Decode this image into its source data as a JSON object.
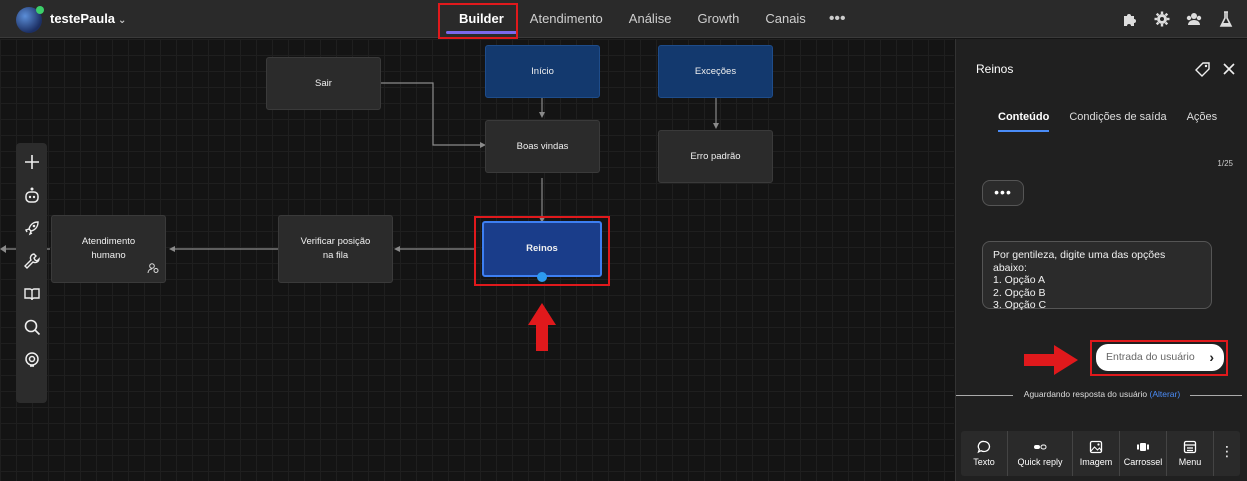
{
  "topbar": {
    "workspace": "testePaula",
    "nav": [
      "Builder",
      "Atendimento",
      "Análise",
      "Growth",
      "Canais"
    ],
    "nav_more": "•••",
    "icons": [
      "puzzle-icon",
      "gear-icon",
      "team-icon",
      "flask-icon"
    ]
  },
  "flow": {
    "nodes": {
      "sair": "Sair",
      "inicio": "Início",
      "excecoes": "Exceções",
      "boas_vindas": "Boas vindas",
      "erro_padrao": "Erro padrão",
      "reinos": "Reinos",
      "verificar_l1": "Verificar posição",
      "verificar_l2": "na fila",
      "atendimento_l1": "Atendimento",
      "atendimento_l2": "humano"
    }
  },
  "toolbar": [
    "plus-icon",
    "robot-icon",
    "rocket-icon",
    "wrench-icon",
    "book-icon",
    "search-icon",
    "support-icon"
  ],
  "panel": {
    "title": "Reinos",
    "tabs": [
      "Conteúdo",
      "Condições de saída",
      "Ações"
    ],
    "counter": "1/25",
    "typing": "•••",
    "message_lines": [
      "Por gentileza, digite uma das opções abaixo:",
      "1. Opção A",
      "2. Opção B",
      "3. Opção C"
    ],
    "user_input_button": "Entrada do usuário",
    "waiting_text": "Aguardando resposta do usuário",
    "waiting_link": "(Alterar)",
    "bottom_actions": [
      "Texto",
      "Quick reply",
      "Imagem",
      "Carrossel",
      "Menu"
    ],
    "bottom_more": "⋮"
  },
  "colors": {
    "highlight": "#e0191c",
    "accent": "#4a8cf7",
    "node_blue": "#13396e"
  }
}
